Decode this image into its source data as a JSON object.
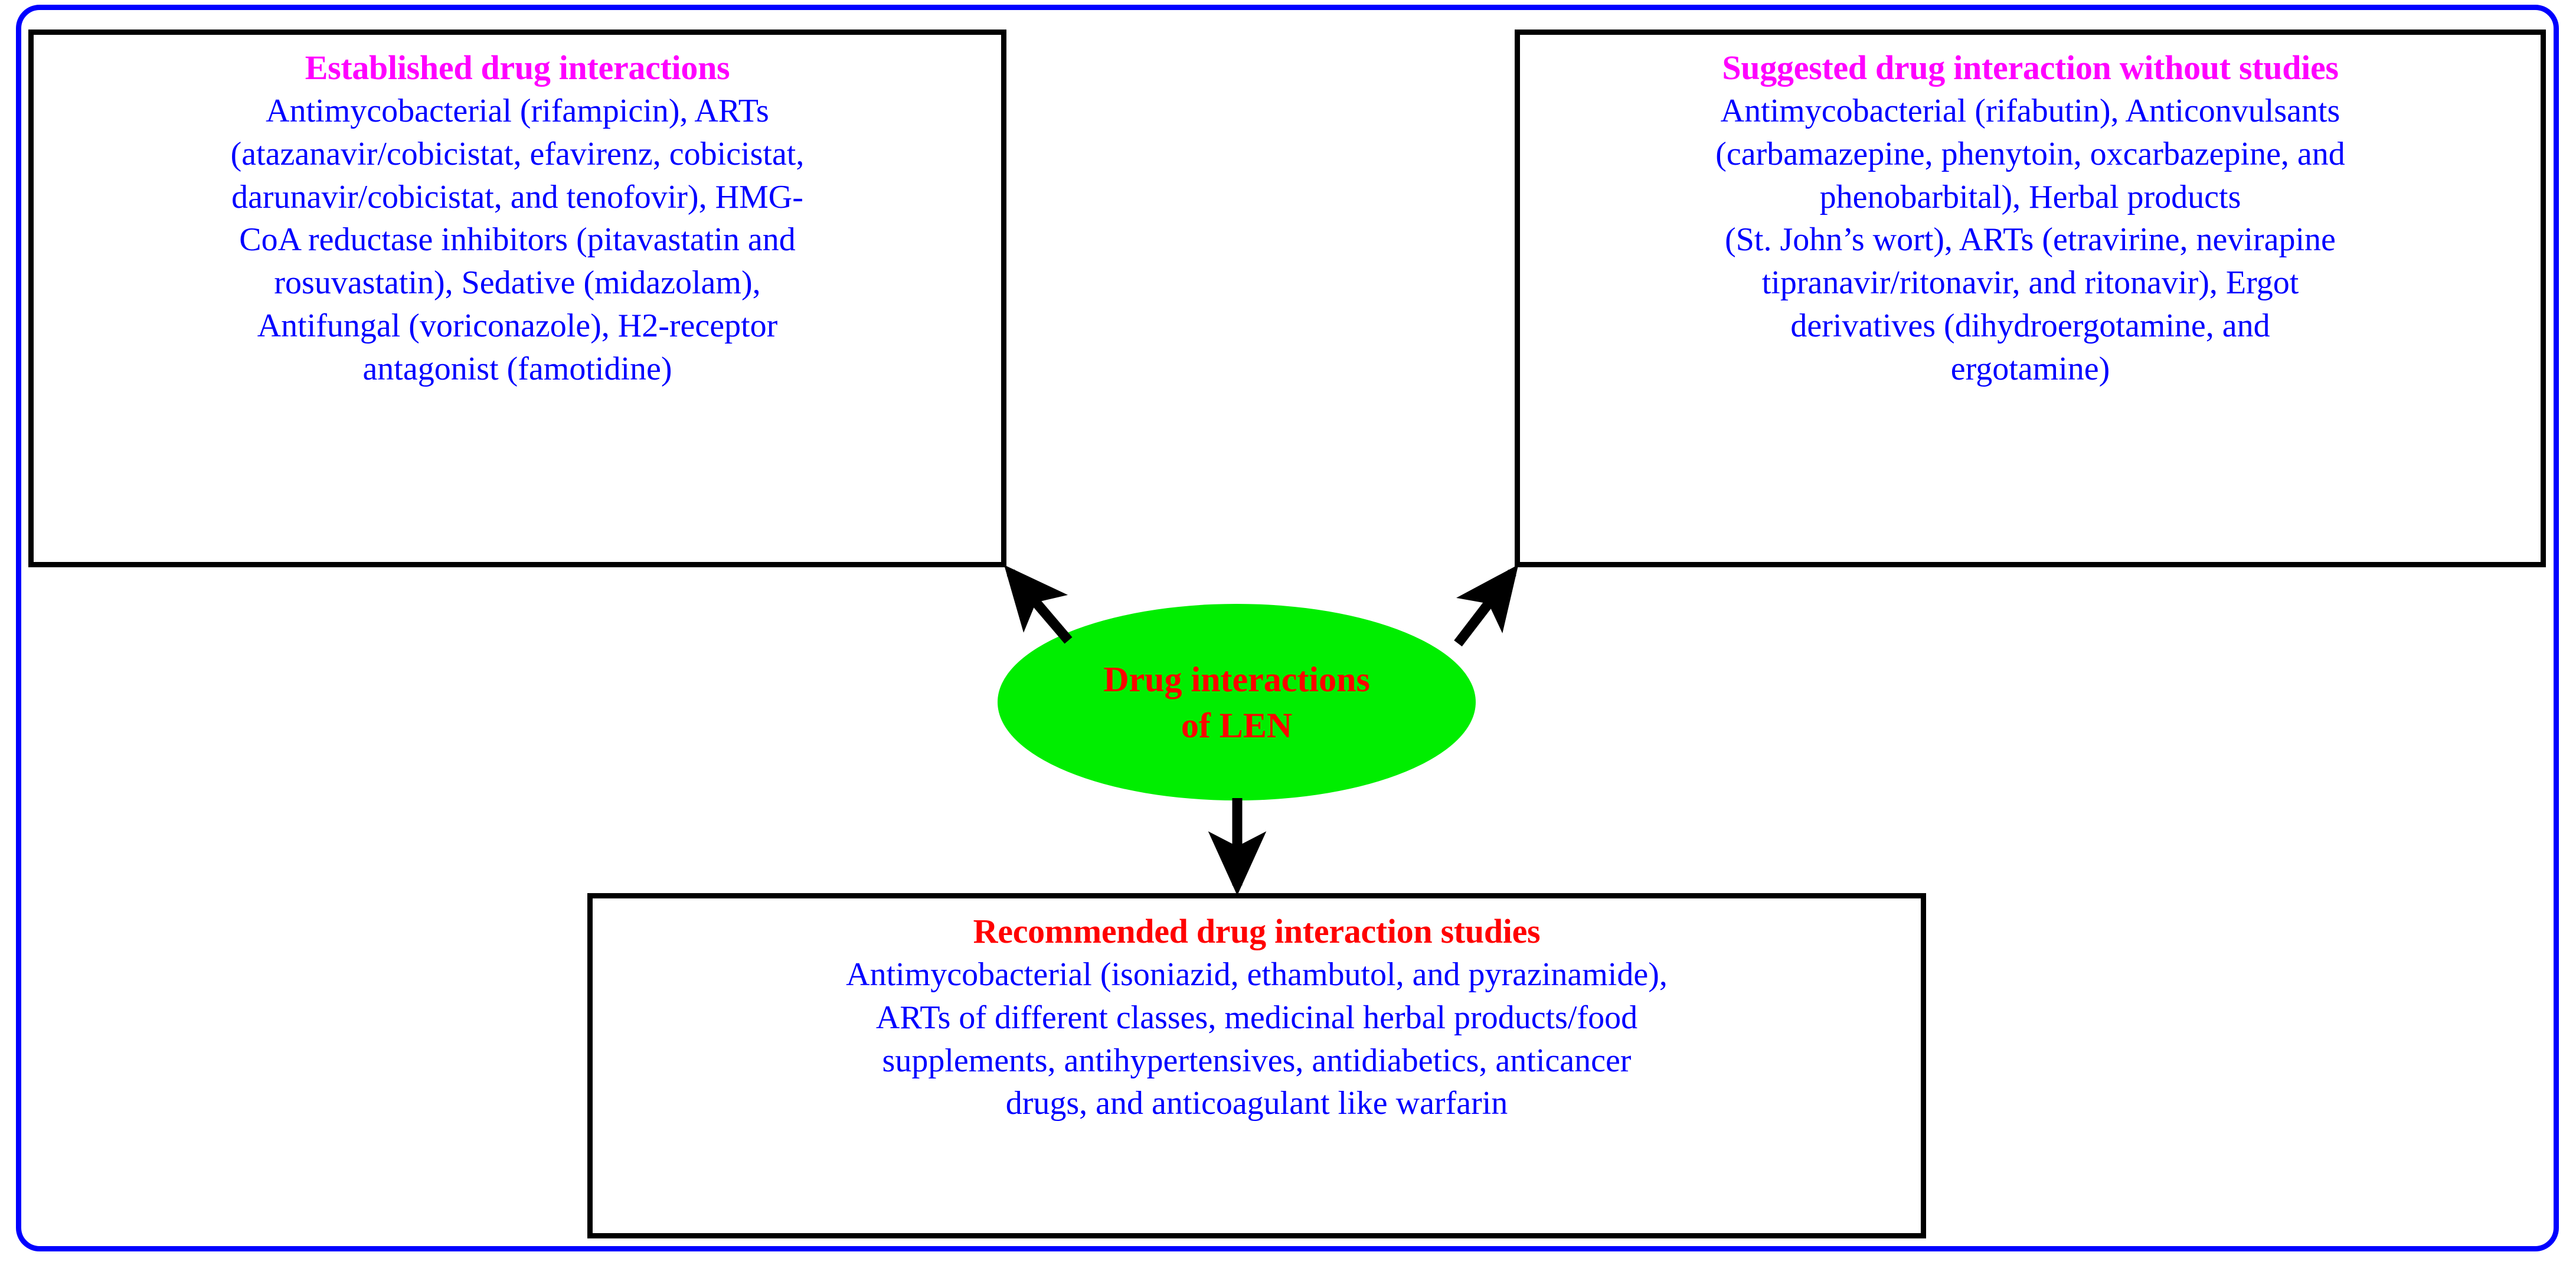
{
  "figure": {
    "frame_color": "#0000FF",
    "box_border_color": "#000000",
    "body_text_color": "#0000FF",
    "title_magenta": "#FF00FF",
    "title_red": "#FF0000",
    "ellipse_fill": "#00EE00",
    "ellipse_text_color": "#FF0000",
    "arrow_color": "#000000"
  },
  "center": {
    "line1": "Drug interactions",
    "line2": "of LEN"
  },
  "boxes": {
    "established": {
      "title": "Established drug interactions",
      "body": "Antimycobacterial (rifampicin), ARTs\n(atazanavir/cobicistat, efavirenz, cobicistat,\ndarunavir/cobicistat, and tenofovir), HMG-\nCoA reductase inhibitors (pitavastatin and\nrosuvastatin), Sedative (midazolam),\nAntifungal (voriconazole), H2-receptor\nantagonist (famotidine)"
    },
    "suggested": {
      "title": "Suggested drug interaction without studies",
      "body": "Antimycobacterial (rifabutin), Anticonvulsants\n(carbamazepine, phenytoin, oxcarbazepine, and\nphenobarbital), Herbal products\n(St. John’s wort), ARTs (etravirine, nevirapine\ntipranavir/ritonavir, and ritonavir), Ergot\nderivatives (dihydroergotamine, and\nergotamine)"
    },
    "recommended": {
      "title": "Recommended drug interaction studies",
      "body": "Antimycobacterial (isoniazid, ethambutol, and pyrazinamide),\nARTs of different classes, medicinal herbal products/food\nsupplements, antihypertensives, antidiabetics, anticancer\ndrugs, and anticoagulant like warfarin"
    }
  },
  "arrows": [
    {
      "name": "arrow-to-established",
      "from": "center-ellipse",
      "to": "established-box"
    },
    {
      "name": "arrow-to-suggested",
      "from": "center-ellipse",
      "to": "suggested-box"
    },
    {
      "name": "arrow-to-recommended",
      "from": "center-ellipse",
      "to": "recommended-box"
    }
  ]
}
